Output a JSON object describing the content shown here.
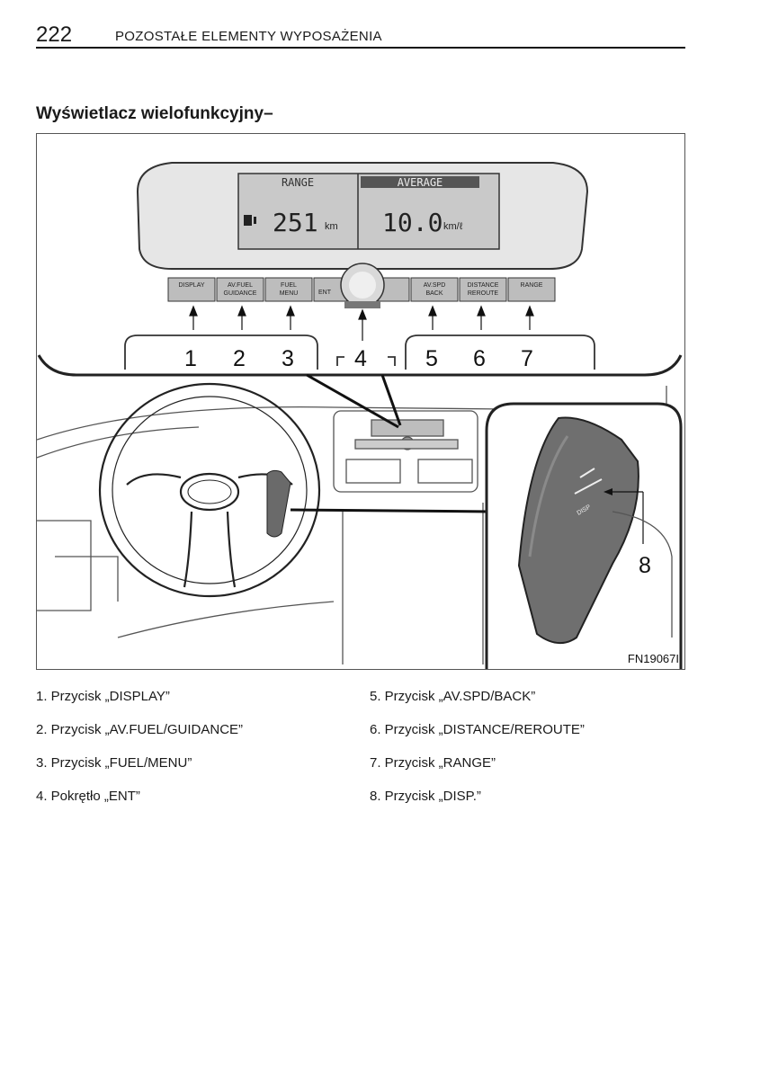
{
  "header": {
    "page_number": "222",
    "running_title": "POZOSTAŁE ELEMENTY WYPOSAŻENIA"
  },
  "section_title": "Wyświetlacz wielofunkcyjny–",
  "figure": {
    "display": {
      "left_label": "RANGE",
      "right_label": "AVERAGE",
      "left_value": "251",
      "left_unit": "km",
      "right_value": "10.0",
      "right_unit": "km/ℓ"
    },
    "buttons": [
      {
        "line1": "DISPLAY",
        "line2": ""
      },
      {
        "line1": "AV.FUEL",
        "line2": "GUIDANCE"
      },
      {
        "line1": "FUEL",
        "line2": "MENU"
      },
      {
        "line1": "ENT",
        "line2": ""
      },
      {
        "line1": "AV.SPD",
        "line2": "BACK"
      },
      {
        "line1": "DISTANCE",
        "line2": "REROUTE"
      },
      {
        "line1": "RANGE",
        "line2": ""
      }
    ],
    "callouts": [
      "1",
      "2",
      "3",
      "4",
      "5",
      "6",
      "7",
      "8"
    ],
    "steering_switch_label": "DISP",
    "figure_code": "FN19067I"
  },
  "captions_left": [
    "1. Przycisk „DISPLAY”",
    "2. Przycisk „AV.FUEL/GUIDANCE”",
    "3. Przycisk „FUEL/MENU”",
    "4. Pokrętło „ENT”"
  ],
  "captions_right": [
    "5. Przycisk „AV.SPD/BACK”",
    "6. Przycisk „DISTANCE/REROUTE”",
    "7. Przycisk „RANGE”",
    "8. Przycisk „DISP.”"
  ]
}
